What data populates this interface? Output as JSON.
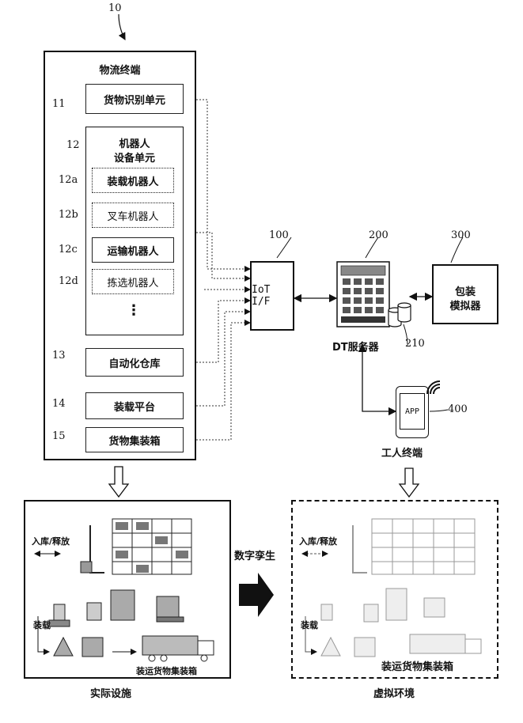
{
  "fig_ref": "10",
  "logistics_terminal": {
    "title": "物流终端",
    "cargo_identification": {
      "ref": "11",
      "label": "货物识别单元"
    },
    "robot_unit": {
      "ref": "12",
      "label_line1": "机器人",
      "label_line2": "设备单元",
      "robots": [
        {
          "ref": "12a",
          "label": "装载机器人"
        },
        {
          "ref": "12b",
          "label": "叉车机器人"
        },
        {
          "ref": "12c",
          "label": "运输机器人"
        },
        {
          "ref": "12d",
          "label": "拣选机器人"
        }
      ],
      "ellipsis": "⋮"
    },
    "auto_warehouse": {
      "ref": "13",
      "label": "自动化仓库"
    },
    "loading_platform": {
      "ref": "14",
      "label": "装载平台"
    },
    "container": {
      "ref": "15",
      "label": "货物集装箱"
    }
  },
  "iot_if": {
    "ref": "100",
    "label": "IoT I/F"
  },
  "dt_server": {
    "ref": "200",
    "label": "DT服务器",
    "db_ref": "210"
  },
  "packaging_simulator": {
    "ref": "300",
    "label_line1": "包装",
    "label_line2": "模拟器"
  },
  "worker_terminal": {
    "ref": "400",
    "label": "工人终端",
    "app_label": "APP"
  },
  "digital_twin_label": "数字孪生",
  "real_facility": {
    "caption": "实际设施",
    "inbound_label": "入库/释放",
    "loading_label": "装载",
    "truck_label": "装运货物集装箱"
  },
  "virtual_env": {
    "caption": "虚拟环境",
    "inbound_label": "入库/释放",
    "loading_label": "装载",
    "truck_label": "装运货物集装箱"
  }
}
